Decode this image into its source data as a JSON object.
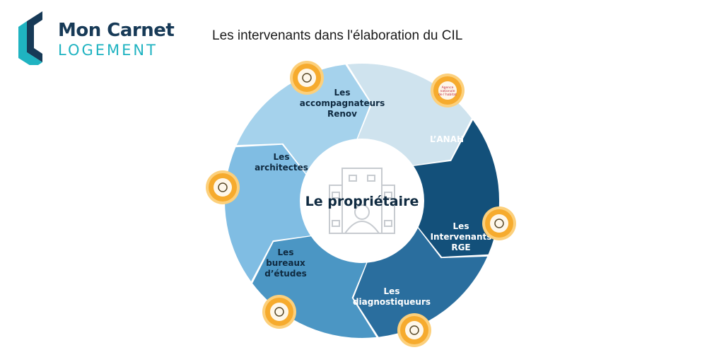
{
  "brand": {
    "line1": "Mon Carnet",
    "line2": "LOGEMENT"
  },
  "title": "Les intervenants dans l'élaboration du CIL",
  "center": {
    "label": "Le propriétaire",
    "icon": "building-person-icon"
  },
  "segments": [
    {
      "id": "accompagnateurs",
      "lines": [
        "Les",
        "accompagnateurs",
        "Renov"
      ],
      "color": "#cfe3ee",
      "text_color": "#0f2a40",
      "icon": "renov-seal-icon"
    },
    {
      "id": "anah",
      "lines": [
        "L’ANAH"
      ],
      "color": "#13507a",
      "text_color": "#ffffff",
      "icon": "agence-habitat-icon",
      "icon_text": [
        "Agence",
        "nationale",
        "de l’habitat"
      ]
    },
    {
      "id": "rge",
      "lines": [
        "Les",
        "Intervenants",
        "RGE"
      ],
      "color": "#2a6e9e",
      "text_color": "#ffffff",
      "icon": "eco-globe-hands-icon"
    },
    {
      "id": "diagnostiqueurs",
      "lines": [
        "Les",
        "diagnostiqueurs"
      ],
      "color": "#4b96c4",
      "text_color": "#ffffff",
      "icon": "magnifier-gears-icon"
    },
    {
      "id": "bureaux",
      "lines": [
        "Les",
        "bureaux",
        "d’études"
      ],
      "color": "#80bde3",
      "text_color": "#0f2a40",
      "icon": "briefcase-document-icon"
    },
    {
      "id": "architectes",
      "lines": [
        "Les",
        "architectes"
      ],
      "color": "#a5d2ec",
      "text_color": "#0f2a40",
      "icon": "architect-worker-icon"
    }
  ],
  "colors": {
    "navy": "#173a57",
    "teal": "#1fb3c1",
    "badge": "#f6ab2e",
    "badge_ring": "#fcd07c"
  }
}
